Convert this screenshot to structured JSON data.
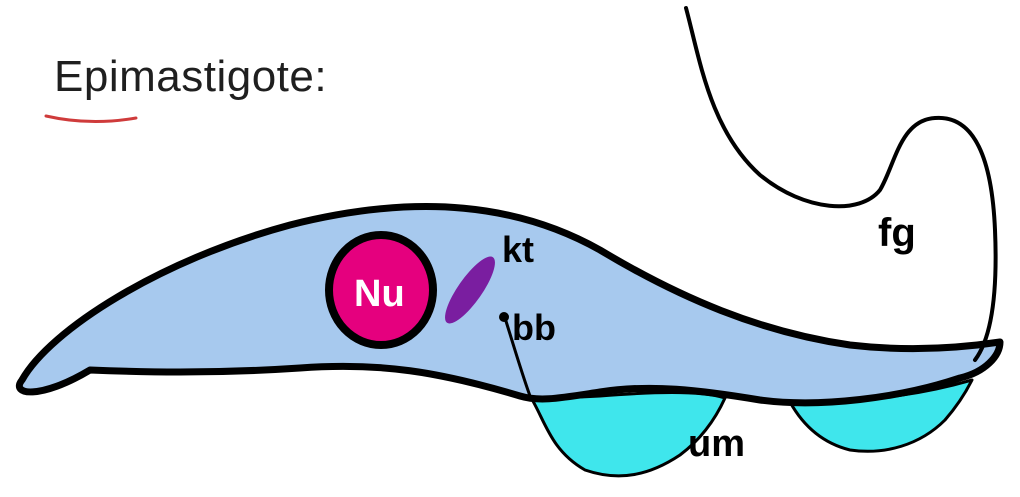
{
  "title": "Epimastigote:",
  "labels": {
    "nucleus": "Nu",
    "kinetoplast": "kt",
    "basal_body": "bb",
    "free_flagellum": "fg",
    "undulating_membrane": "um"
  },
  "colors": {
    "body_fill": "#a7c9ee",
    "nucleus_fill": "#e5007e",
    "kinetoplast_fill": "#7a1ea0",
    "membrane_fill": "#3fe6ec",
    "outline": "#000000",
    "underline": "#cf3b3b"
  }
}
